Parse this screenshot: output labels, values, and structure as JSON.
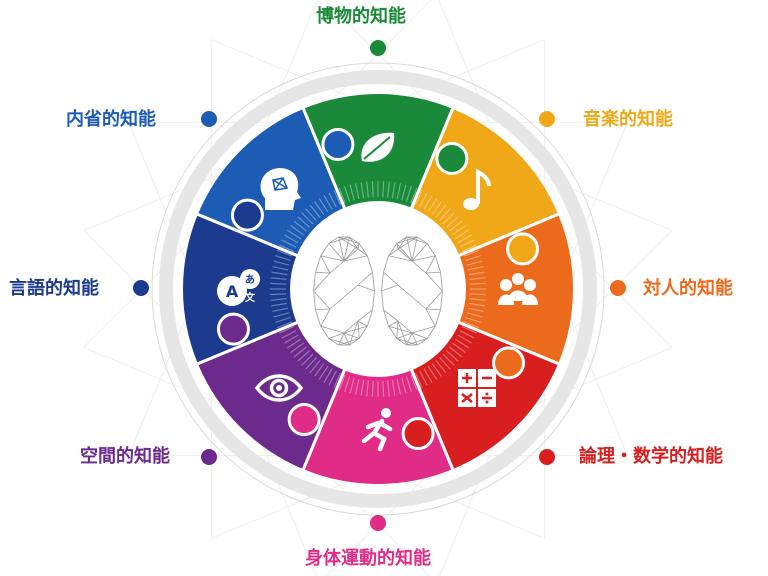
{
  "diagram": {
    "intelligences": [
      {
        "id": "naturalistic",
        "label": "博物的知能",
        "color": "#1a8a3a",
        "icon": "leaf-icon"
      },
      {
        "id": "musical",
        "label": "音楽的知能",
        "color": "#f0a818",
        "icon": "music-note-icon"
      },
      {
        "id": "interpersonal",
        "label": "対人的知能",
        "color": "#ec6a1c",
        "icon": "people-group-icon"
      },
      {
        "id": "logical",
        "label": "論理・数学的知能",
        "color": "#d81e1e",
        "icon": "calculator-icon"
      },
      {
        "id": "bodily",
        "label": "身体運動的知能",
        "color": "#e02c86",
        "icon": "running-person-icon"
      },
      {
        "id": "spatial",
        "label": "空間的知能",
        "color": "#6c2a8c",
        "icon": "eye-icon"
      },
      {
        "id": "linguistic",
        "label": "言語的知能",
        "color": "#1c3a8e",
        "icon": "speech-bubbles-icon"
      },
      {
        "id": "intrapersonal",
        "label": "内省的知能",
        "color": "#1c5cb4",
        "icon": "head-network-icon"
      }
    ],
    "center_icon": "brain-network-icon",
    "speech_glyphs": [
      "A",
      "あ",
      "文"
    ]
  }
}
